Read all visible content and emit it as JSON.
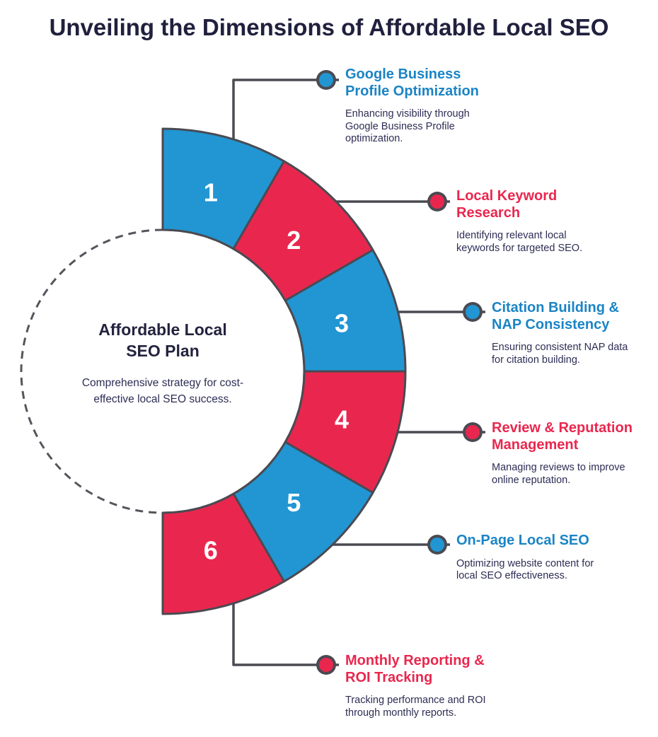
{
  "title": "Unveiling the Dimensions of Affordable Local SEO",
  "center": {
    "heading": "Affordable Local SEO Plan",
    "description": "Comprehensive strategy for cost-effective local SEO success."
  },
  "colors": {
    "blue": "#2196d3",
    "red": "#e9274e",
    "heading_blue": "#1b84c5",
    "heading_red": "#e9274e",
    "outline": "#4a4a52",
    "dashed_circle": "#55555c",
    "title_navy": "#20203e",
    "body_navy": "#2d2d55",
    "number_white": "#ffffff",
    "background": "#ffffff"
  },
  "items": [
    {
      "number": "1",
      "color": "blue",
      "title": "Google Business Profile Optimization",
      "description": "Enhancing visibility through Google Business Profile optimization."
    },
    {
      "number": "2",
      "color": "red",
      "title": "Local Keyword Research",
      "description": "Identifying relevant local keywords for targeted SEO."
    },
    {
      "number": "3",
      "color": "blue",
      "title": "Citation Building & NAP Consistency",
      "description": "Ensuring consistent NAP data for citation building."
    },
    {
      "number": "4",
      "color": "red",
      "title": "Review & Reputation Management",
      "description": "Managing reviews to improve online reputation."
    },
    {
      "number": "5",
      "color": "blue",
      "title": "On-Page Local SEO",
      "description": "Optimizing website content for local SEO effectiveness."
    },
    {
      "number": "6",
      "color": "red",
      "title": "Monthly Reporting & ROI Tracking",
      "description": "Tracking performance and ROI through monthly reports."
    }
  ]
}
